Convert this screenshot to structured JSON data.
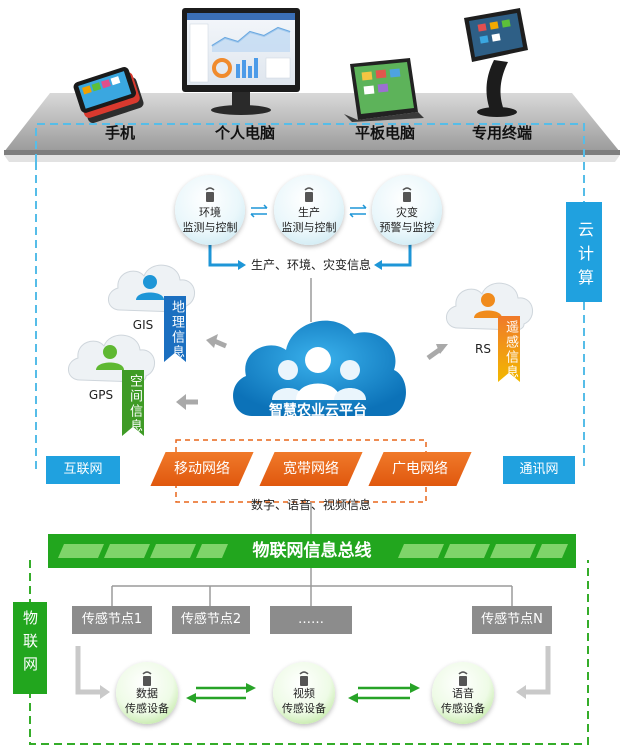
{
  "devices": {
    "phone": "手机",
    "pc": "个人电脑",
    "tablet": "平板电脑",
    "terminal": "专用终端"
  },
  "cloud_computing": "云计算",
  "internet": "互联网",
  "telecom": "通讯网",
  "monitors": [
    {
      "line1": "环境",
      "line2": "监测与控制"
    },
    {
      "line1": "生产",
      "line2": "监测与控制"
    },
    {
      "line1": "灾变",
      "line2": "预警与监控"
    }
  ],
  "info_label": "生产、环境、灾变信息",
  "gis": {
    "label": "GIS",
    "tag": "地理信息"
  },
  "gps": {
    "label": "GPS",
    "tag": "空间信息"
  },
  "rs": {
    "label": "RS",
    "tag": "遥感信息"
  },
  "platform": "智慧农业云平台",
  "networks": [
    "移动网络",
    "宽带网络",
    "广电网络"
  ],
  "media_info": "数字、语音、视频信息",
  "iot_bus": "物联网信息总线",
  "iot": "物联网",
  "nodes": [
    "传感节点1",
    "传感节点2",
    "……",
    "传感节点N"
  ],
  "sensors": [
    {
      "line1": "数据",
      "line2": "传感设备"
    },
    {
      "line1": "视频",
      "line2": "传感设备"
    },
    {
      "line1": "语音",
      "line2": "传感设备"
    }
  ],
  "colors": {
    "cloud_blue": "#20a1df",
    "network_orange": "#e8661a",
    "iot_green": "#22a61e",
    "node_gray": "#8c8c8c"
  }
}
